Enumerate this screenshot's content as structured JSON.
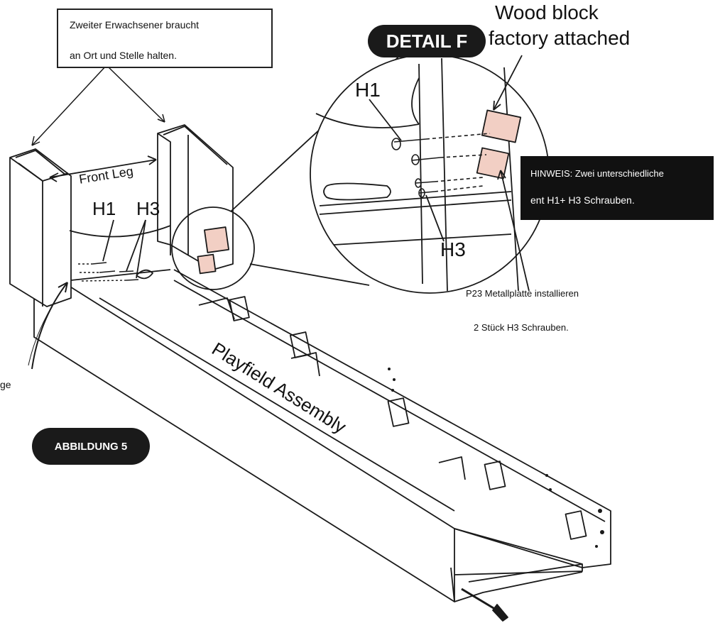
{
  "top_note": {
    "line1": "Zweiter Erwachsener braucht",
    "line2": "an Ort und Stelle halten."
  },
  "detail_badge": "DETAIL F",
  "wood_block": {
    "line1": "Wood block",
    "line2": "factory attached"
  },
  "hinweis": {
    "line1": "HINWEIS: Zwei unterschiedliche",
    "line2": "ent H1+ H3 Schrauben."
  },
  "p23_note": {
    "line1": "P23 Metallplatte installieren",
    "line2": "2 Stück H3 Schrauben."
  },
  "figure_badge": "ABBILDUNG 5",
  "labels": {
    "front_leg": "Front Leg",
    "h1_main": "H1",
    "h3_main": "H3",
    "h1_detail": "H1",
    "h3_detail": "H3",
    "playfield": "Playfield Assembly",
    "left_edge_fragment": "ge"
  },
  "colors": {
    "line": "#1a1a1a",
    "wood_block": "#f2cfc4",
    "badge_bg": "#1a1a1a",
    "badge_text": "#ffffff"
  }
}
